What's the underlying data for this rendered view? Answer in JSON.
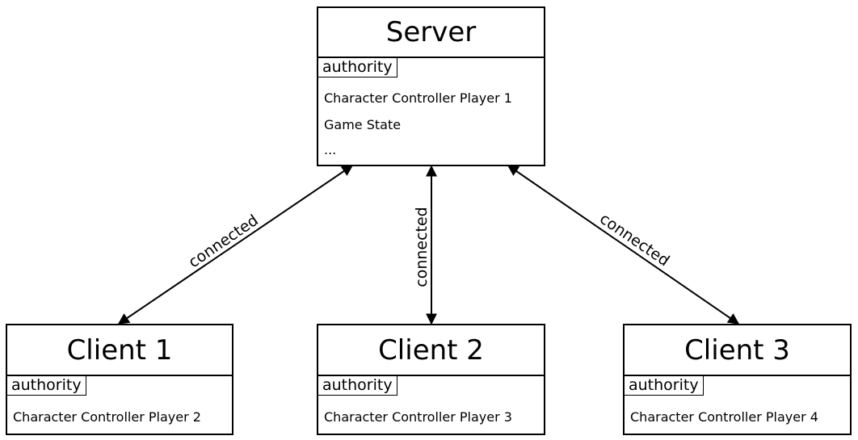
{
  "server": {
    "title": "Server",
    "tag": "authority",
    "entries": [
      "Character Controller Player 1",
      "Game State",
      "..."
    ]
  },
  "clients": [
    {
      "title": "Client 1",
      "tag": "authority",
      "entries": [
        "Character Controller Player 2"
      ]
    },
    {
      "title": "Client 2",
      "tag": "authority",
      "entries": [
        "Character Controller Player 3"
      ]
    },
    {
      "title": "Client 3",
      "tag": "authority",
      "entries": [
        "Character Controller Player 4"
      ]
    }
  ],
  "links": [
    {
      "label": "connected"
    },
    {
      "label": "connected"
    },
    {
      "label": "connected"
    }
  ]
}
